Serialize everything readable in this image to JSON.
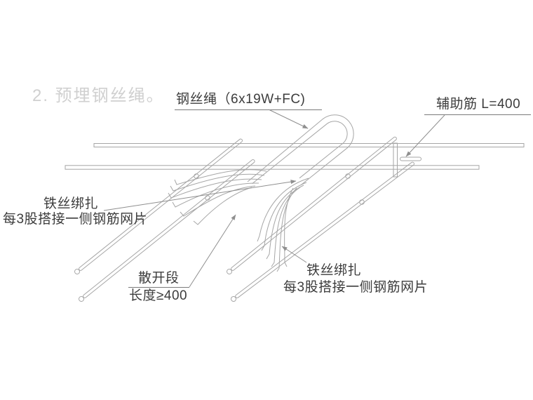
{
  "drawing_title": "2. 预埋钢丝绳。",
  "labels": {
    "wire_rope": "钢丝绳（6x19W+FC)",
    "aux_bar": "辅助筋 L=400",
    "tie_left_line1": "铁丝绑扎",
    "tie_left_line2": "每3股搭接一侧钢筋网片",
    "spread_line1": "散开段",
    "spread_line2": "长度≥400",
    "tie_right_line1": "铁丝绑扎",
    "tie_right_line2": "每3股搭接一侧钢筋网片"
  },
  "colors": {
    "bar_line": "#a6a6a6",
    "leader_line": "#8f8f8f",
    "underline": "#7a7a7a",
    "label_text": "#3c3c3c",
    "heading_text": "#d0d0d0",
    "background": "#ffffff"
  }
}
